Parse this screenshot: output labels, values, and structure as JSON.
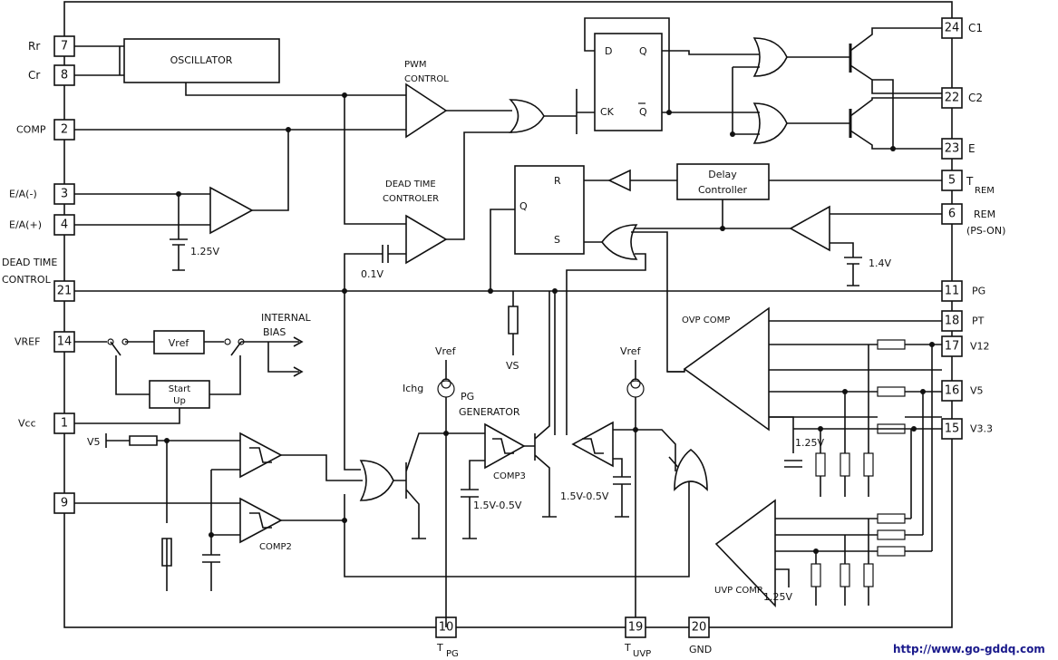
{
  "pins_left": [
    {
      "num": "7",
      "label": "Rr"
    },
    {
      "num": "8",
      "label": "Cr"
    },
    {
      "num": "2",
      "label": "COMP"
    },
    {
      "num": "3",
      "label": "E/A(-)"
    },
    {
      "num": "4",
      "label": "E/A(+)"
    },
    {
      "num": "21",
      "label_line1": "DEAD TIME",
      "label_line2": "CONTROL"
    },
    {
      "num": "14",
      "label": "VREF"
    },
    {
      "num": "1",
      "label": "Vcc"
    },
    {
      "num": "9",
      "label": ""
    }
  ],
  "pins_right": [
    {
      "num": "24",
      "label": "C1"
    },
    {
      "num": "22",
      "label": "C2"
    },
    {
      "num": "23",
      "label": "E"
    },
    {
      "num": "5",
      "label": "T",
      "sub": "REM"
    },
    {
      "num": "6",
      "label": "REM",
      "label2": "(PS-ON)"
    },
    {
      "num": "11",
      "label": "PG"
    },
    {
      "num": "18",
      "label": "PT"
    },
    {
      "num": "17",
      "label": "V12"
    },
    {
      "num": "16",
      "label": "V5"
    },
    {
      "num": "15",
      "label": "V3.3"
    }
  ],
  "pins_bottom": [
    {
      "num": "10",
      "label": "T",
      "sub": "PG"
    },
    {
      "num": "19",
      "label": "T",
      "sub": "UVP"
    },
    {
      "num": "20",
      "label": "GND"
    }
  ],
  "blocks": {
    "oscillator": "OSCILLATOR",
    "pwm_control_1": "PWM",
    "pwm_control_2": "CONTROL",
    "dead_time_1": "DEAD TIME",
    "dead_time_2": "CONTROLER",
    "delay_1": "Delay",
    "delay_2": "Controller",
    "vref": "Vref",
    "startup_1": "Start",
    "startup_2": "Up",
    "internal_1": "INTERNAL",
    "internal_2": "BIAS",
    "pg_gen_1": "PG",
    "pg_gen_2": "GENERATOR",
    "ovp": "OVP COMP",
    "uvp": "UVP COMP",
    "comp2": "COMP2",
    "comp3": "COMP3"
  },
  "ff": {
    "d": "D",
    "q": "Q",
    "ck": "CK",
    "qbar": "Q",
    "r": "R",
    "s": "S",
    "q2": "Q"
  },
  "values": {
    "v125_ea": "1.25V",
    "v01": "0.1V",
    "v14": "1.4V",
    "v125_ovp": "1.25V",
    "v125_uvp": "1.25V",
    "v15_a": "1.5V-0.5V",
    "v15_b": "1.5V-0.5V",
    "vref_a": "Vref",
    "vref_b": "Vref",
    "ichg": "Ichg",
    "vs": "VS",
    "v5_in": "V5"
  },
  "watermark": "http://www.go-gddq.com"
}
